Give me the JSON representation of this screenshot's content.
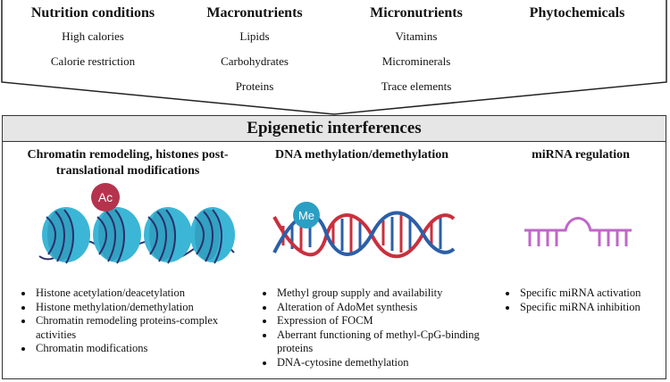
{
  "top": {
    "columns": [
      {
        "title": "Nutrition conditions",
        "items": [
          "High calories",
          "Calorie restriction"
        ]
      },
      {
        "title": "Macronutrients",
        "items": [
          "Lipids",
          "Carbohydrates",
          "Proteins"
        ]
      },
      {
        "title": "Micronutrients",
        "items": [
          "Vitamins",
          "Microminerals",
          "Trace elements"
        ]
      },
      {
        "title": "Phytochemicals",
        "items": []
      }
    ]
  },
  "epigenetic": {
    "title": "Epigenetic interferences",
    "sections": [
      {
        "title_line1": "Chromatin remodeling, histones post-",
        "title_line2": "translational modifications",
        "badge": "Ac",
        "bullets": [
          "Histone acetylation/deacetylation",
          "Histone methylation/demethylation",
          "Chromatin remodeling proteins-complex activities",
          "Chromatin modifications"
        ]
      },
      {
        "title_line1": "DNA methylation/demethylation",
        "badge": "Me",
        "bullets": [
          "Methyl group supply and availability",
          "Alteration of AdoMet synthesis",
          "Expression of FOCM",
          "Aberrant functioning of methyl-CpG-binding proteins",
          "DNA-cytosine demethylation"
        ]
      },
      {
        "title_line1": "miRNA regulation",
        "bullets": [
          "Specific miRNA activation",
          "Specific miRNA inhibition"
        ]
      }
    ]
  },
  "colors": {
    "nucleosome": "#3cb6d6",
    "nucleosome_dark": "#2a8fb3",
    "dna_line": "#2b2f6b",
    "badge_ac": "#b5334d",
    "badge_me": "#2a9fc4",
    "helix_red": "#c9303e",
    "helix_blue": "#2c5fa8",
    "mirna": "#c067c9",
    "title_bar": "#e6e6e6"
  }
}
